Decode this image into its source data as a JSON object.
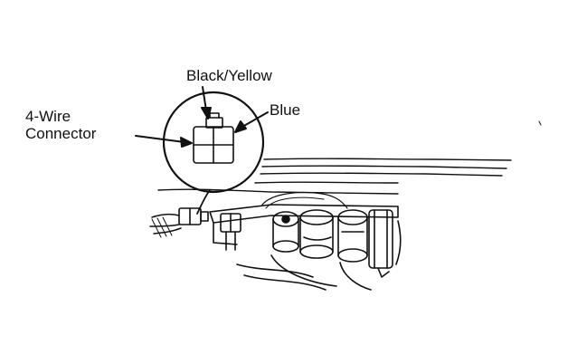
{
  "labels": {
    "wire_color_1": "Black/Yellow",
    "wire_color_2": "Blue",
    "connector_line1": "4-Wire",
    "connector_line2": "Connector"
  },
  "colors": {
    "ink": "#111111",
    "paper": "#ffffff"
  }
}
